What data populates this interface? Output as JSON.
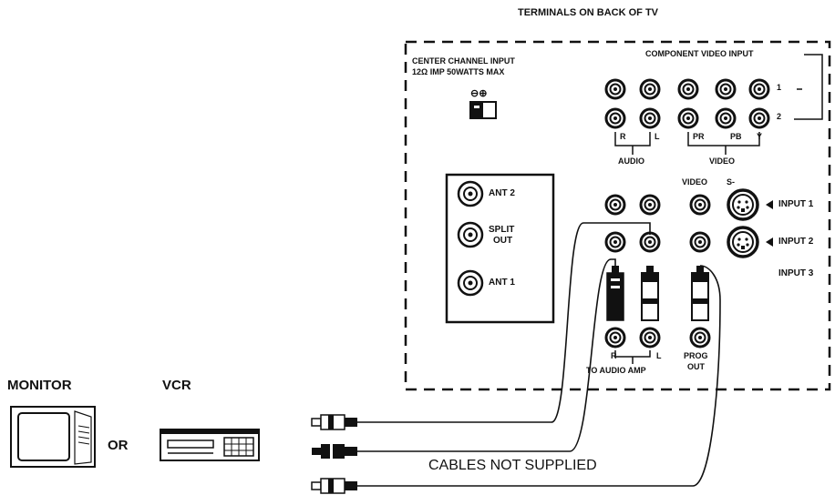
{
  "heading": "TERMINALS ON BACK OF TV",
  "center_channel": {
    "line1": "CENTER CHANNEL INPUT",
    "line2": "12Ω IMP 50WATTS MAX",
    "polarity": "⊖⊕"
  },
  "component": {
    "title": "COMPONENT VIDEO INPUT",
    "row1": "1",
    "row2": "2",
    "jack_labels": [
      "R",
      "L",
      "PR",
      "PB",
      "Y"
    ],
    "audio": "AUDIO",
    "video": "VIDEO"
  },
  "antenna": {
    "ant2": "ANT 2",
    "split": "SPLIT",
    "out": "OUT",
    "ant1": "ANT 1"
  },
  "inputs": {
    "video": "VIDEO",
    "s": "S-",
    "input1": "INPUT 1",
    "input2": "INPUT 2",
    "input3": "INPUT 3"
  },
  "outputs": {
    "r": "R",
    "l": "L",
    "to_audio_amp": "TO AUDIO AMP",
    "prog": "PROG",
    "out": "OUT"
  },
  "devices": {
    "monitor": "MONITOR",
    "vcr": "VCR",
    "or": "OR"
  },
  "cables_note": "CABLES NOT SUPPLIED",
  "icons": [
    "rca-jack-icon",
    "s-video-jack-icon",
    "coax-jack-icon",
    "speaker-terminal-icon",
    "rca-plug-icon",
    "monitor-icon",
    "vcr-icon",
    "arrow-left-icon"
  ]
}
